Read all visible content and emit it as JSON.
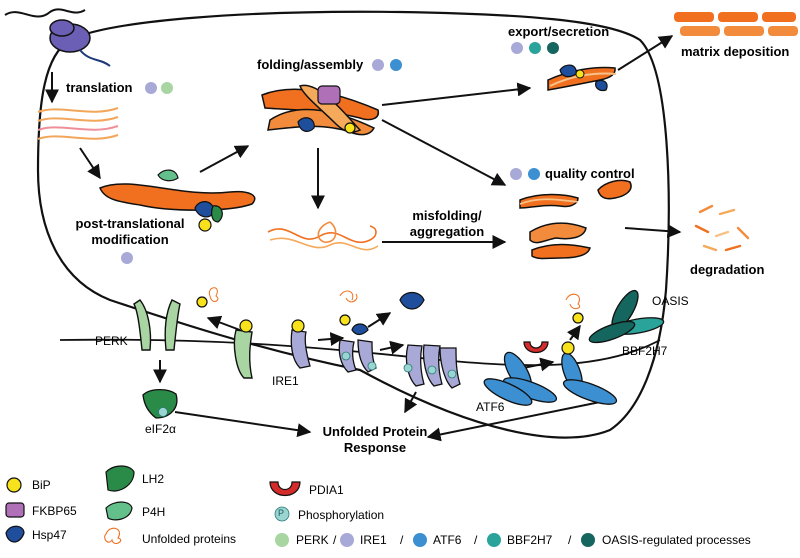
{
  "labels": {
    "translation": "translation",
    "folding": "folding/assembly",
    "export": "export/secretion",
    "matrix": "matrix deposition",
    "ptm_line1": "post-translational",
    "ptm_line2": "modification",
    "quality": "quality control",
    "misfold_line1": "misfolding/",
    "misfold_line2": "aggregation",
    "degradation": "degradation",
    "perk": "PERK",
    "ire1": "IRE1",
    "atf6": "ATF6",
    "oasis": "OASIS",
    "bbf2h7": "BBF2H7",
    "eif2a": "eIF2α",
    "upr_line1": "Unfolded Protein",
    "upr_line2": "Response"
  },
  "legend": {
    "bip": "BiP",
    "fkbp65": "FKBP65",
    "hsp47": "Hsp47",
    "lh2": "LH2",
    "p4h": "P4H",
    "unfolded": "Unfolded proteins",
    "pdia1": "PDIA1",
    "phos": "Phosphorylation",
    "phos_symbol": "P",
    "perk": "PERK",
    "ire1": "IRE1",
    "atf6": "ATF6",
    "bbf2h7": "BBF2H7",
    "oasis": "OASIS-regulated processes",
    "sep": "/"
  },
  "colors": {
    "perk": "#a8d5a2",
    "ire1": "#a9a9d8",
    "atf6": "#3c8fd0",
    "bbf2h7": "#2aa39a",
    "oasis": "#14665e",
    "bip": "#f7e21c",
    "fkbp65": "#b070b8",
    "hsp47": "#1e4e9c",
    "lh2": "#2a8a47",
    "p4h": "#63c08a",
    "pdia1": "#d42b2b",
    "collagen": "#f08a3a"
  }
}
